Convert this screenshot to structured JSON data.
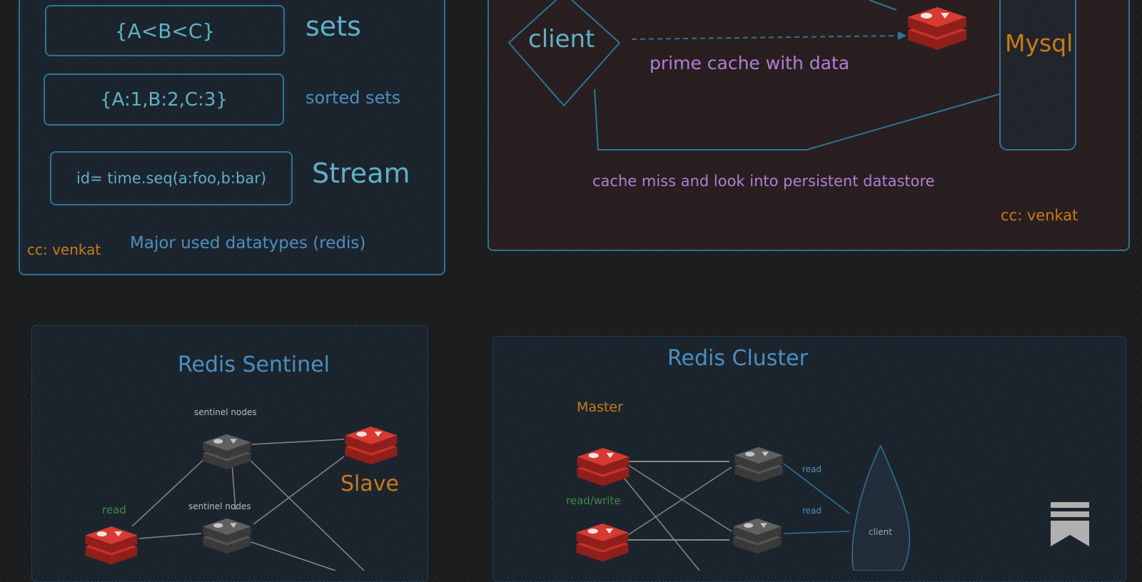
{
  "datatypes": {
    "sets_box": "{A<B<C}",
    "sets_label": "sets",
    "sorted_box": "{A:1,B:2,C:3}",
    "sorted_label": "sorted sets",
    "stream_box": "id= time.seq(a:foo,b:bar)",
    "stream_label": "Stream",
    "credit": "cc: venkat",
    "caption": "Major used datatypes (redis)"
  },
  "cache": {
    "client": "client",
    "prime_label": "prime cache with data",
    "db_label": "Mysql",
    "miss_label": "cache miss and look into persistent datastore",
    "credit": "cc: venkat"
  },
  "sentinel": {
    "title": "Redis Sentinel",
    "sentinel_nodes_top": "sentinel nodes",
    "sentinel_nodes_mid": "sentinel nodes",
    "read": "read",
    "slave": "Slave"
  },
  "cluster": {
    "title": "Redis Cluster",
    "master": "Master",
    "read_write": "read/write",
    "read_top": "read",
    "read_mid": "read",
    "client": "client"
  },
  "colors": {
    "teal": "#5fb0c8",
    "blue_text": "#4c8fc0",
    "purple": "#b07fd6",
    "orange": "#c97a1c",
    "green": "#3f8c3f",
    "redis_red": "#c8302a",
    "node_gray": "#555555",
    "border": "#2f6f95"
  }
}
